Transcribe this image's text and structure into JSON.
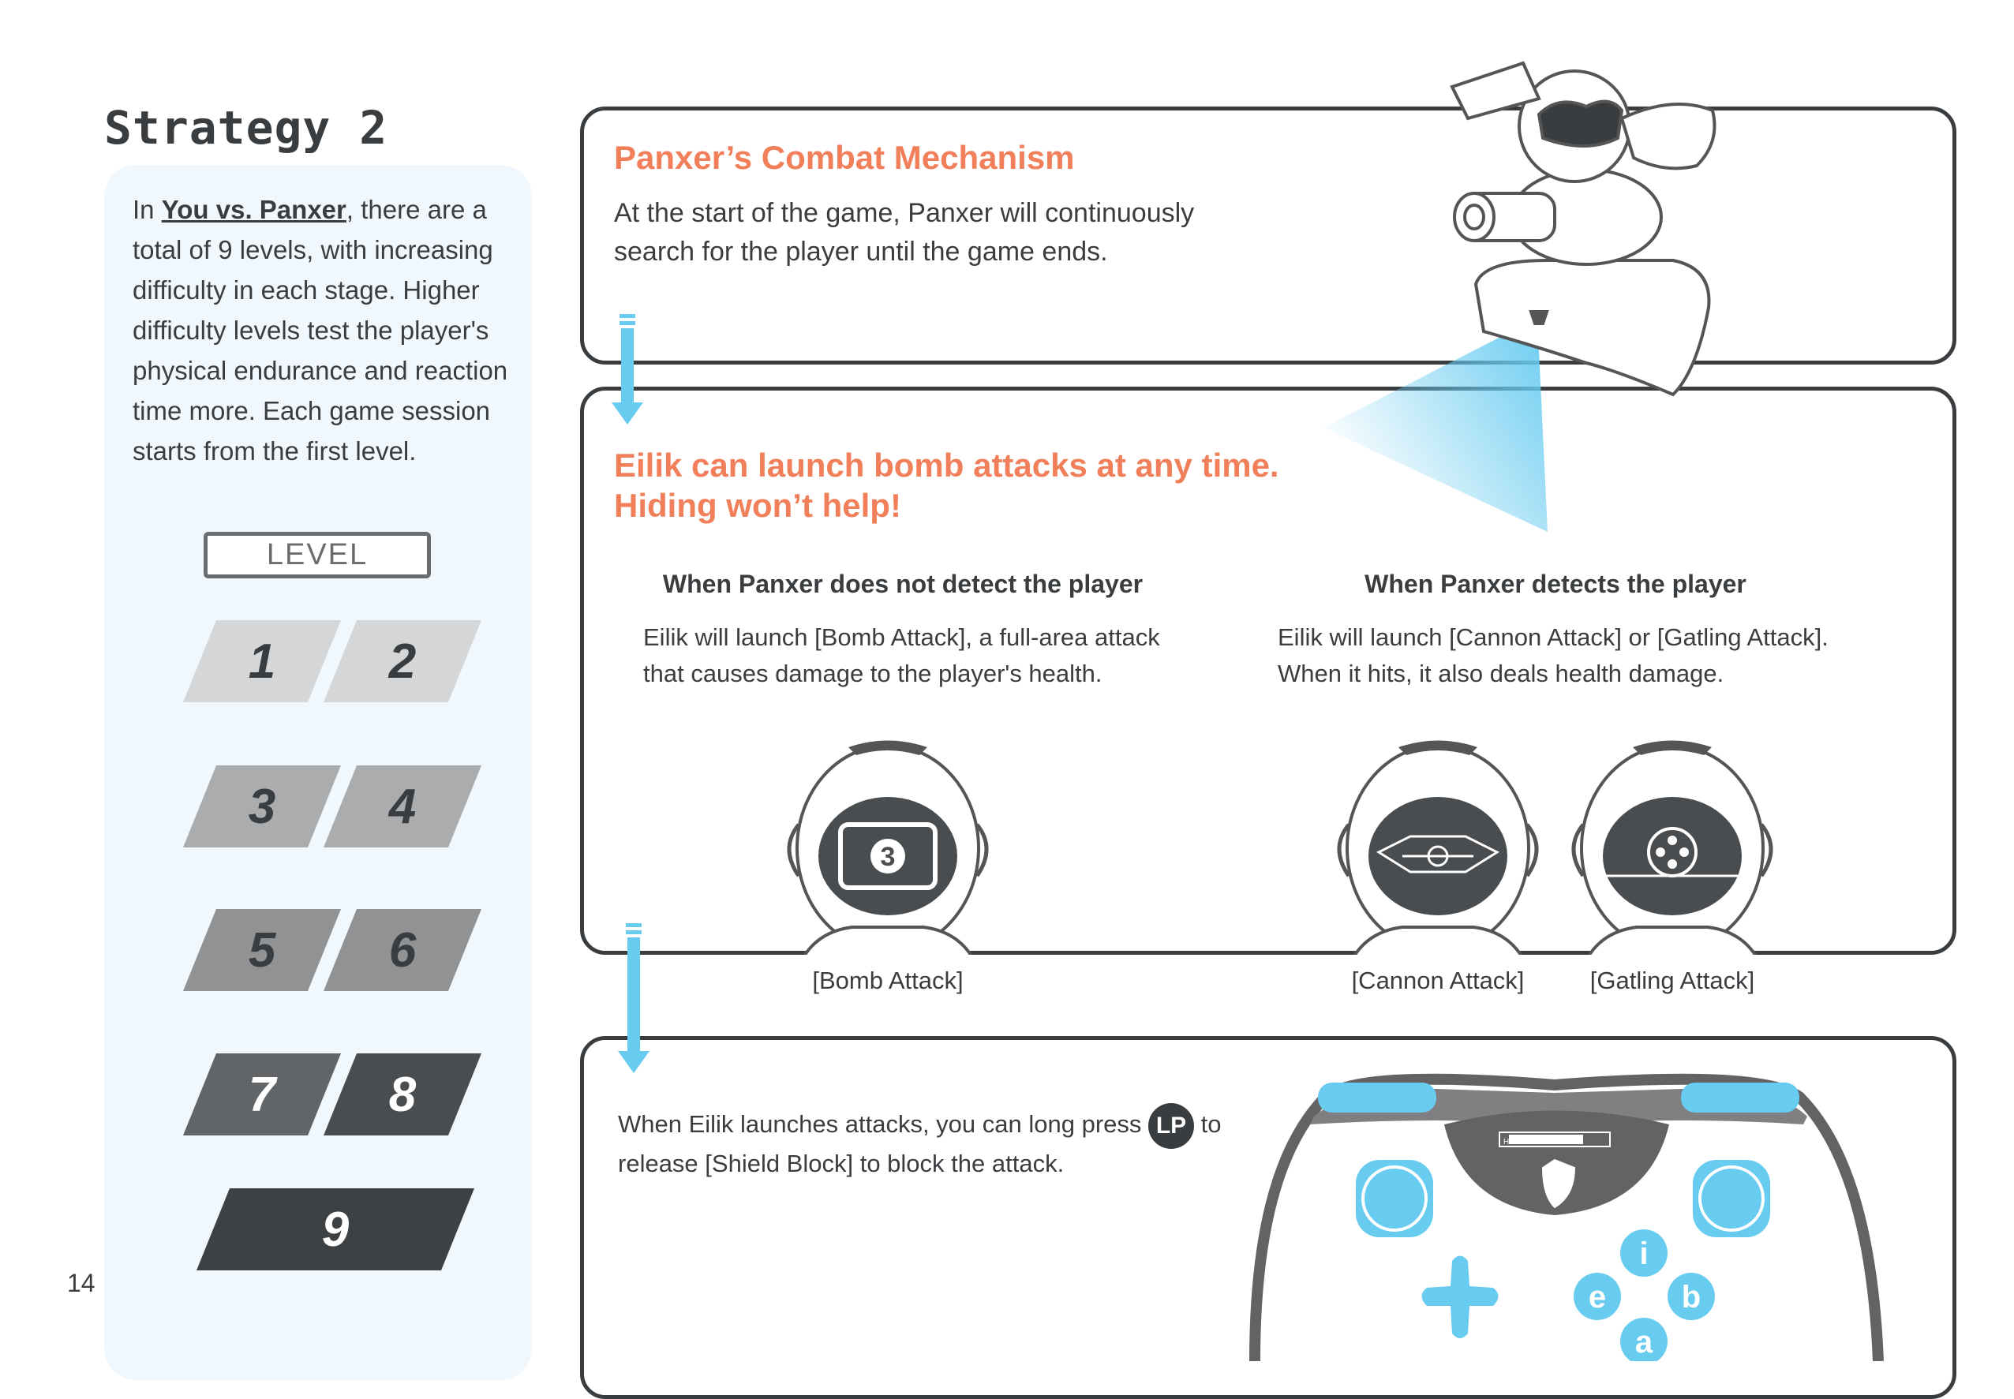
{
  "page_title": "Strategy 2",
  "intro": {
    "prefix": "In ",
    "mode_link": "You vs. Panxer",
    "text": ", there are a total of 9 levels, with increasing difficulty in each stage. Higher difficulty levels test the player's physical endurance and reaction time more. Each game session starts from the first level."
  },
  "level_label": "LEVEL",
  "levels": [
    {
      "n": "1",
      "bg": "#d4d6d7",
      "fg": "#3a3d40"
    },
    {
      "n": "2",
      "bg": "#d4d6d7",
      "fg": "#3a3d40"
    },
    {
      "n": "3",
      "bg": "#aaacae",
      "fg": "#3a3d40"
    },
    {
      "n": "4",
      "bg": "#aaacae",
      "fg": "#3a3d40"
    },
    {
      "n": "5",
      "bg": "#909294",
      "fg": "#3a3d40"
    },
    {
      "n": "6",
      "bg": "#909294",
      "fg": "#3a3d40"
    },
    {
      "n": "7",
      "bg": "#626568",
      "fg": "#ffffff"
    },
    {
      "n": "8",
      "bg": "#4a4d50",
      "fg": "#ffffff"
    },
    {
      "n": "9",
      "bg": "#3e4144",
      "fg": "#ffffff"
    }
  ],
  "page_number": "14",
  "section1": {
    "title": "Panxer’s Combat Mechanism",
    "lines": [
      "At the start of the game, Panxer will continuously",
      "search for the player until the game ends."
    ]
  },
  "section2": {
    "title_lines": [
      "Eilik can launch bomb attacks at any time.",
      "Hiding won’t help!"
    ],
    "left": {
      "heading": "When Panxer does not detect the player",
      "lines": [
        "Eilik will launch [Bomb Attack], a full-area attack",
        "that causes damage to the player's health."
      ]
    },
    "right": {
      "heading": "When Panxer detects the player",
      "lines": [
        "Eilik will launch [Cannon Attack] or [Gatling Attack].",
        "When it hits, it also deals health damage."
      ]
    },
    "captions": {
      "bomb": "[Bomb Attack]",
      "cannon": "[Cannon Attack]",
      "gatling": "[Gatling Attack]"
    },
    "bomb_counter": "3"
  },
  "section3": {
    "line1_before": "When Eilik launches attacks, you can long press",
    "button_label": "LP",
    "line1_after": "to",
    "line2": "release [Shield Block] to block the attack.",
    "controller": {
      "hp_label": "HP",
      "hp_fraction": 0.75,
      "buttons": [
        "i",
        "e",
        "b",
        "a"
      ]
    }
  },
  "colors": {
    "accent": "#f07f5a",
    "blue": "#68cbf0",
    "dark": "#3a3d40",
    "panel": "#f1f8fd"
  }
}
